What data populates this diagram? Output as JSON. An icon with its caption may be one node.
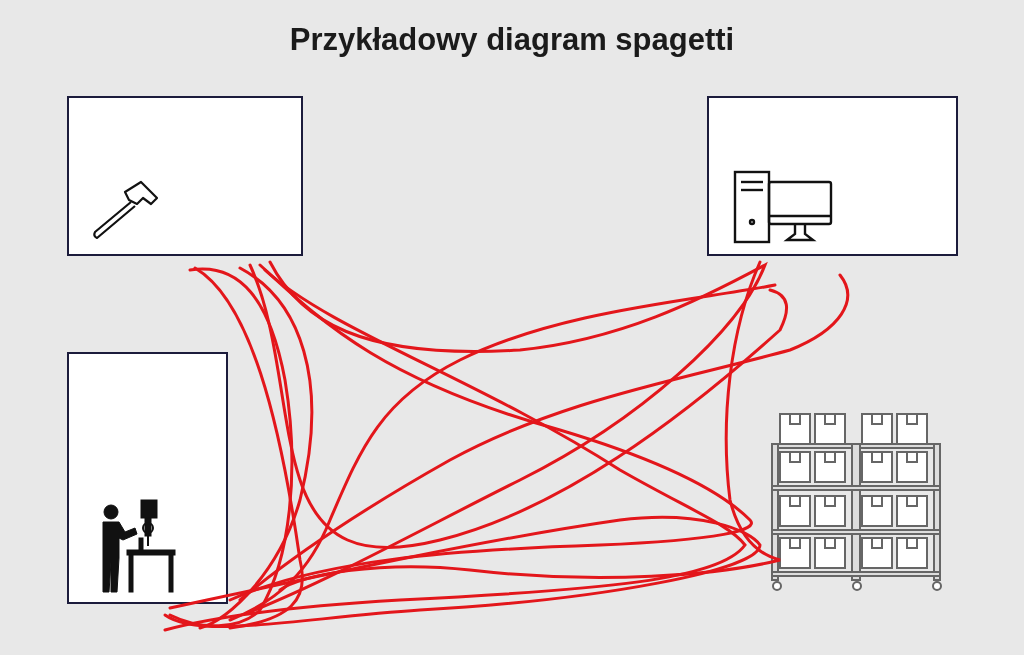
{
  "diagram": {
    "title": "Przykładowy diagram spagetti",
    "nodes": [
      {
        "text": [],
        "shape": "box"
      },
      {
        "text": [],
        "shape": "box"
      },
      {
        "text": [],
        "shape": "box"
      },
      {
        "text": [],
        "shape": "picture"
      }
    ]
  }
}
